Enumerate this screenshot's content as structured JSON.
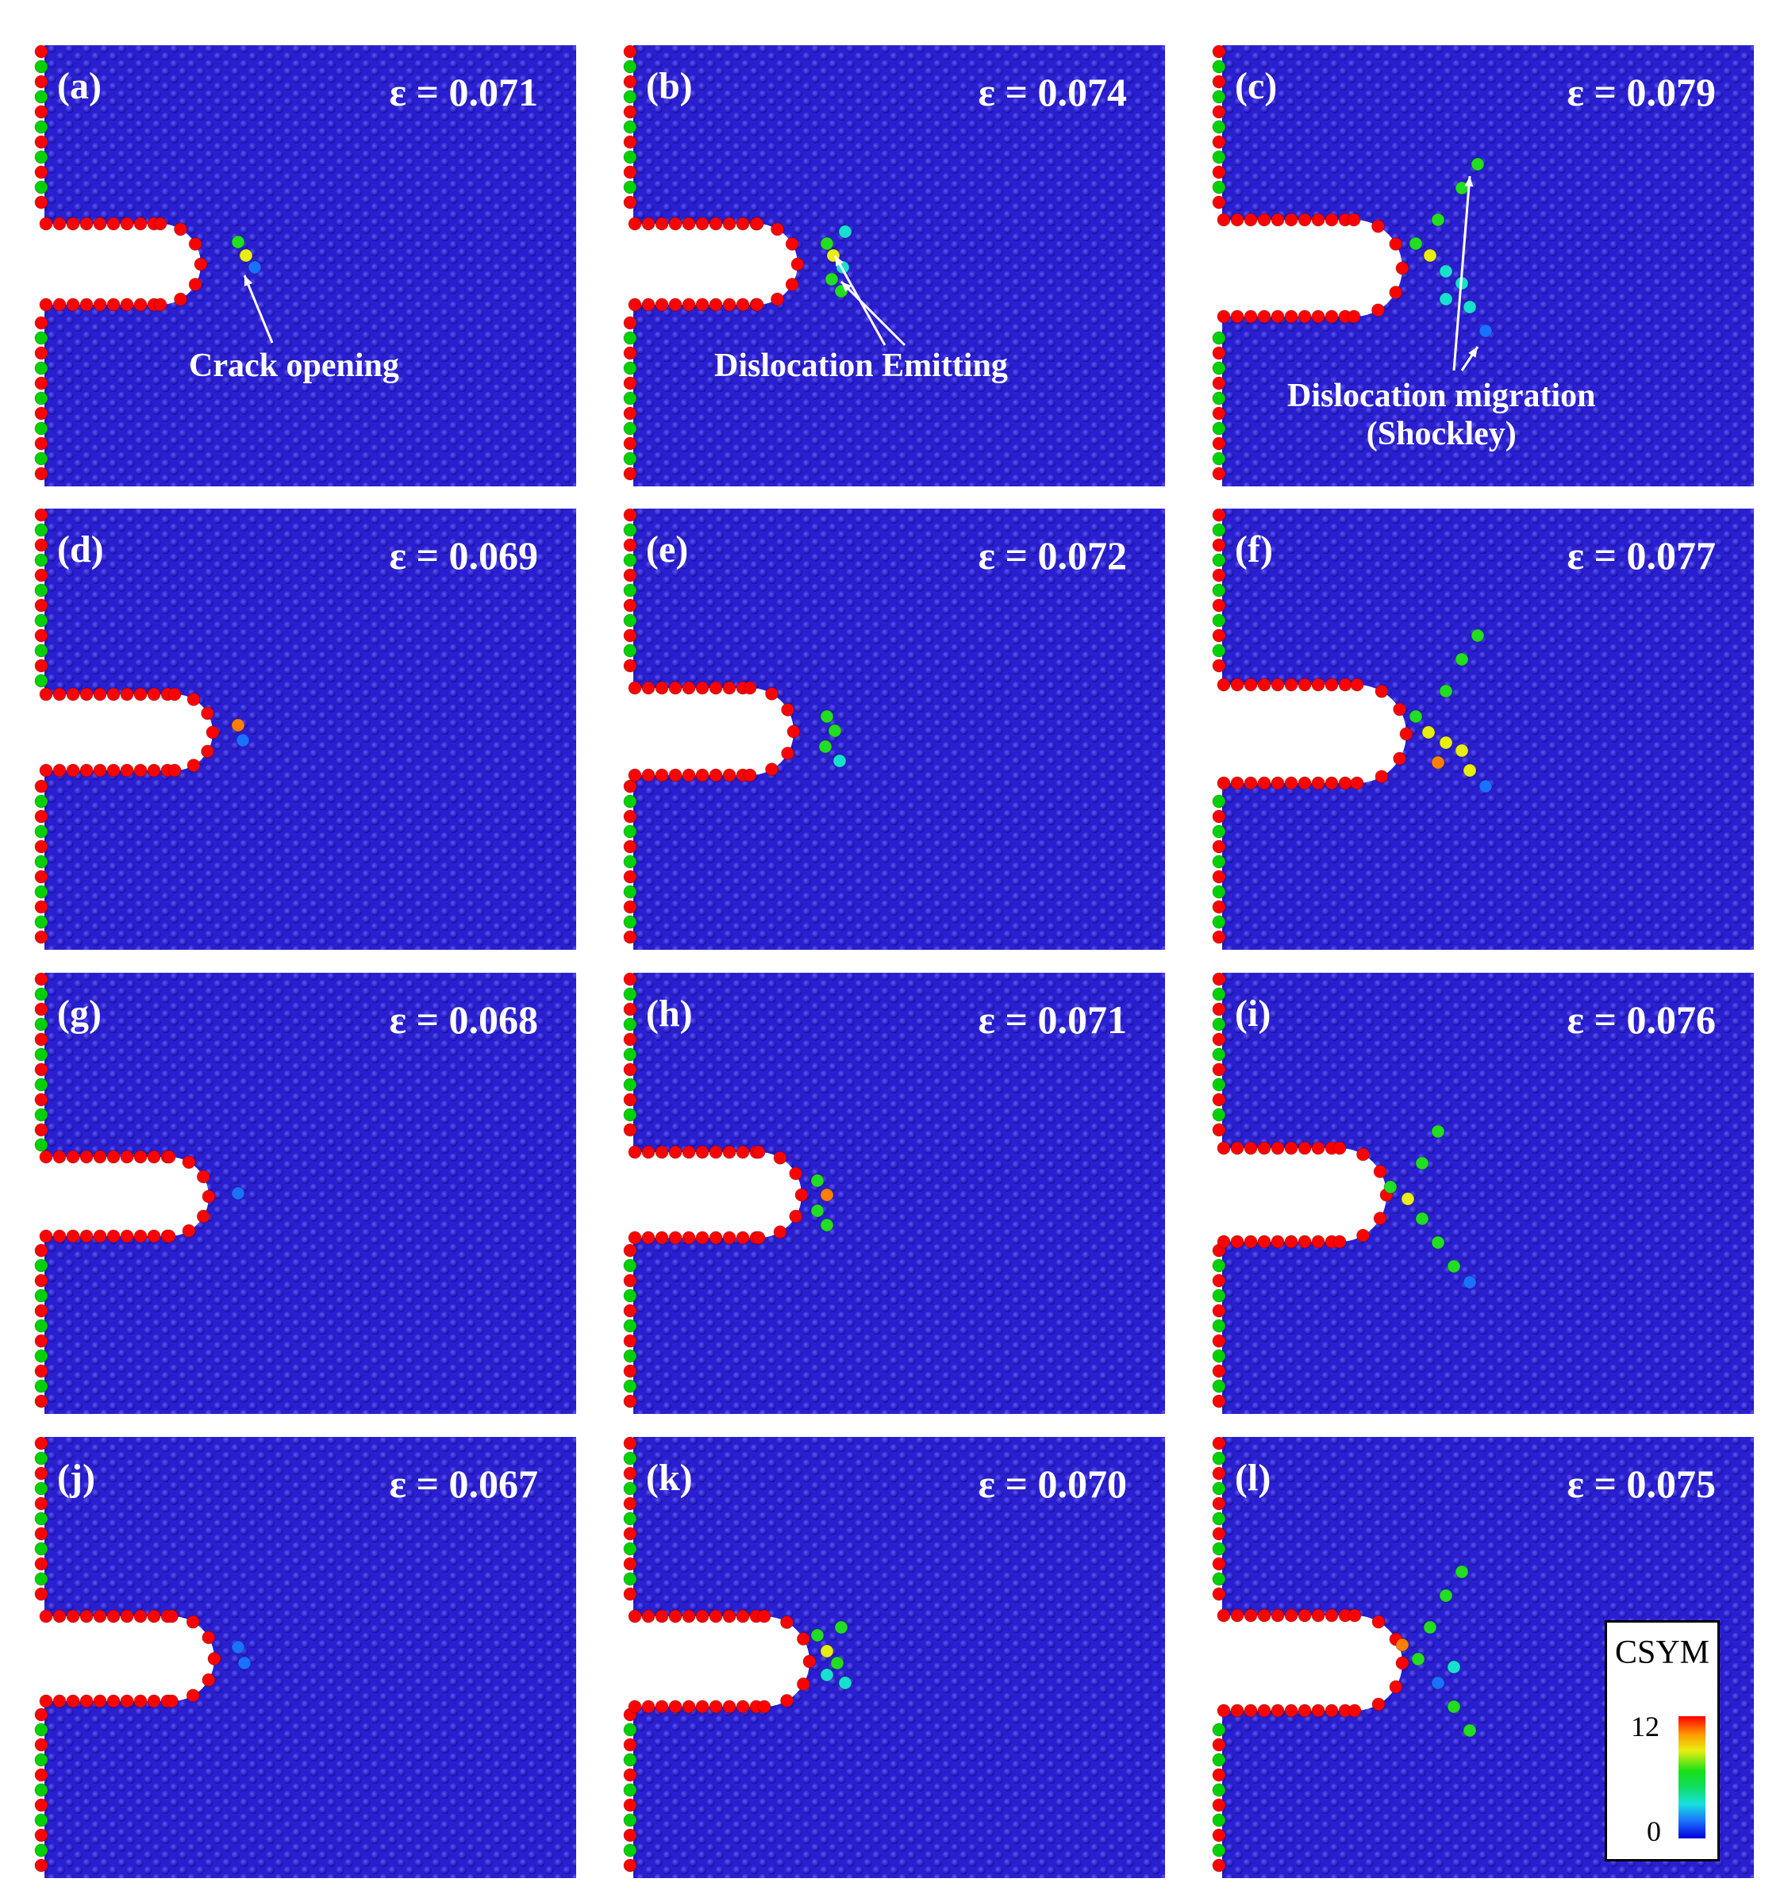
{
  "figure": {
    "panels": [
      {
        "id": "(a)",
        "strain": "ε = 0.071",
        "annotation": [
          "Crack opening"
        ]
      },
      {
        "id": "(b)",
        "strain": "ε = 0.074",
        "annotation": [
          "Dislocation Emitting"
        ]
      },
      {
        "id": "(c)",
        "strain": "ε = 0.079",
        "annotation": [
          "Dislocation migration",
          "(Shockley)"
        ]
      },
      {
        "id": "(d)",
        "strain": "ε = 0.069",
        "annotation": []
      },
      {
        "id": "(e)",
        "strain": "ε = 0.072",
        "annotation": []
      },
      {
        "id": "(f)",
        "strain": "ε = 0.077",
        "annotation": []
      },
      {
        "id": "(g)",
        "strain": "ε = 0.068",
        "annotation": []
      },
      {
        "id": "(h)",
        "strain": "ε = 0.071",
        "annotation": []
      },
      {
        "id": "(i)",
        "strain": "ε = 0.076",
        "annotation": []
      },
      {
        "id": "(j)",
        "strain": "ε = 0.067",
        "annotation": []
      },
      {
        "id": "(k)",
        "strain": "ε = 0.070",
        "annotation": []
      },
      {
        "id": "(l)",
        "strain": "ε = 0.075",
        "annotation": []
      }
    ],
    "legend": {
      "title": "CSYM",
      "max": "12",
      "min": "0"
    },
    "colors": {
      "background_atoms": "#2a1fd0",
      "surface_atoms": "#ff0000",
      "edge_atoms": "#00d000",
      "defect_green": "#22dd22",
      "defect_cyan": "#18e0d0",
      "defect_yellow": "#e8ee10",
      "defect_orange": "#ff8000",
      "annotation_text": "#ffffff"
    }
  }
}
